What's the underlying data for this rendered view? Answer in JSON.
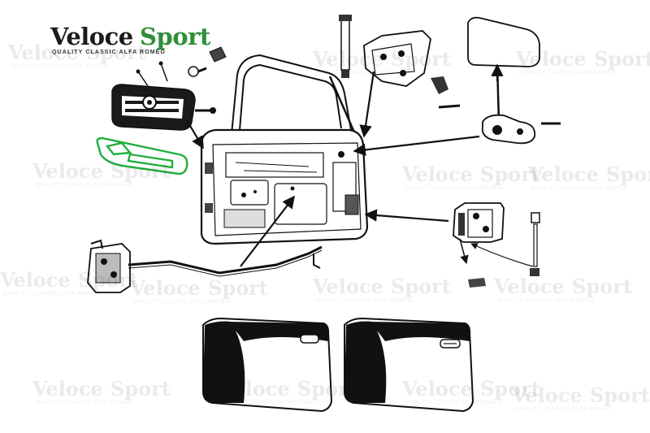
{
  "brand": {
    "word1": "Veloce",
    "word2": "Sport",
    "tagline": "QUALITY CLASSIC ALFA ROMEO",
    "accent_color": "#2f8f3a",
    "text_color": "#1b1b1b"
  },
  "watermark": {
    "word1": "Veloce",
    "word2": "Sport",
    "tagline": "QUALITY CLASSIC ALFA ROMEO"
  },
  "diagram": {
    "highlight_color": "#1fae3c",
    "line_color": "#111111",
    "parts": [
      "highlighted-door-handle-grip",
      "outer-door-handle",
      "door-handle-screws",
      "door-shell",
      "door-window-frame",
      "upper-door-hinge",
      "lower-door-hinge",
      "window-regulator",
      "door-lock-mechanism",
      "lock-rod",
      "hinge-pins",
      "door-panel-variant-left",
      "door-panel-variant-right"
    ]
  }
}
